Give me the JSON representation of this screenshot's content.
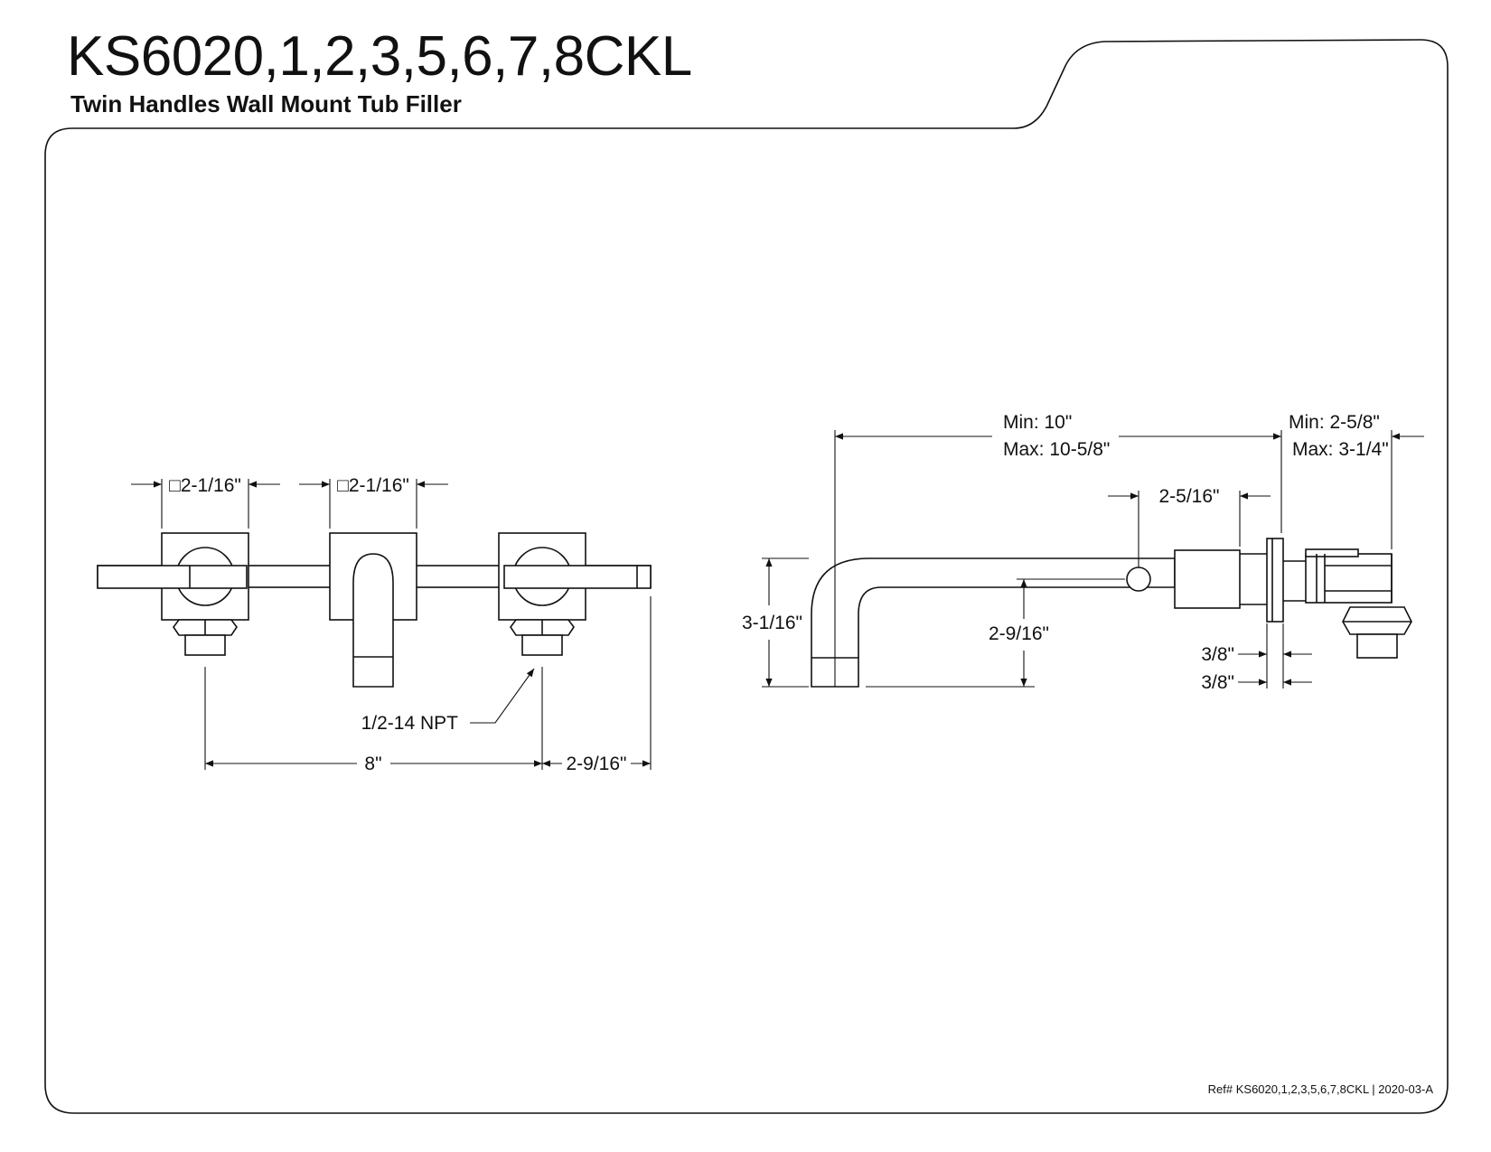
{
  "header": {
    "title": "KS6020,1,2,3,5,6,7,8CKL",
    "subtitle": "Twin Handles Wall Mount Tub Filler"
  },
  "front_view": {
    "plate_left_dim": "□2-1/16\"",
    "plate_center_dim": "□2-1/16\"",
    "thread_label": "1/2-14 NPT",
    "center_spacing": "8\"",
    "side_offset": "2-9/16\""
  },
  "side_view": {
    "spout_reach_min": "Min: 10\"",
    "spout_reach_max": "Max: 10-5/8\"",
    "valve_depth_min": "Min: 2-5/8\"",
    "valve_depth_max": "Max: 3-1/4\"",
    "handle_offset": "2-5/16\"",
    "spout_height": "3-1/16\"",
    "spout_drop": "2-9/16\"",
    "flange_thickness_1": "3/8\"",
    "flange_thickness_2": "3/8\""
  },
  "footer": {
    "reference": "Ref# KS6020,1,2,3,5,6,7,8CKL | 2020-03-A"
  }
}
